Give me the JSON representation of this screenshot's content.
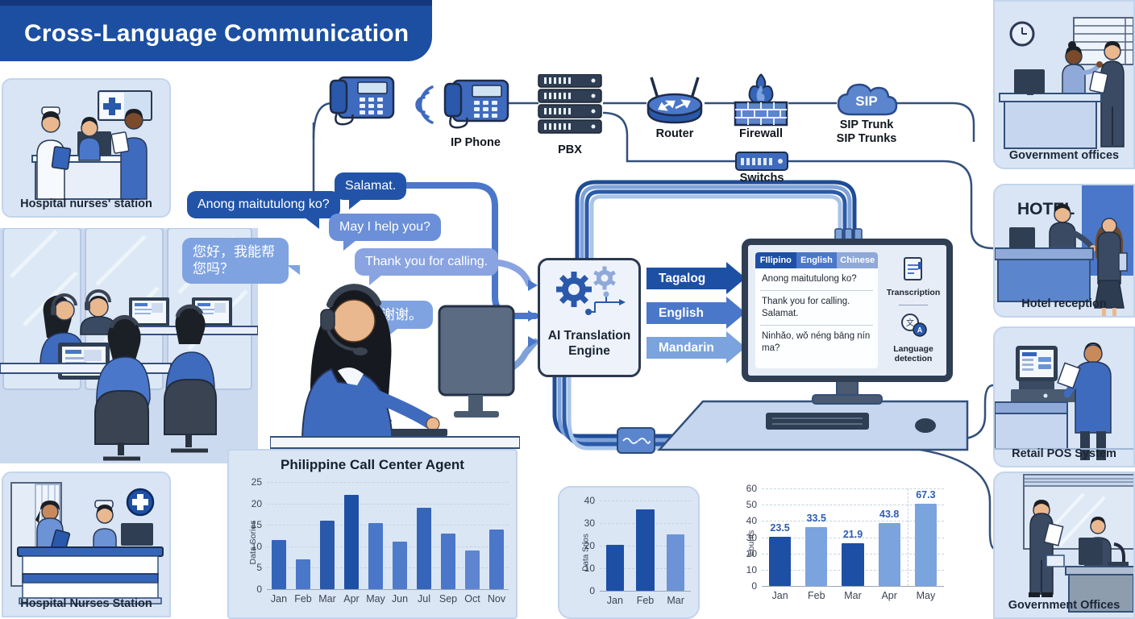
{
  "title": "Cross-Language Communication",
  "network": {
    "ip_phone": "IP Phone",
    "pbx": "PBX",
    "router": "Router",
    "firewall": "Firewall",
    "sip_cloud": "SIP",
    "sip_trunk_line1": "SIP Trunk",
    "sip_trunk_line2": "SIP Trunks",
    "switch": "Switchs"
  },
  "bubbles": {
    "tagalog_question": "Anong maitutulong ko?",
    "tagalog_thanks": "Salamat.",
    "english_question": "May I help you?",
    "english_thanks": "Thank you for calling.",
    "chinese_question": "您好，我能帮您吗？",
    "chinese_thanks": "谢谢。"
  },
  "agent_label": "Philippine Call Center Agent",
  "engine": {
    "title": "AI Translation Engine",
    "outputs": [
      "Tagalog",
      "English",
      "Mandarin"
    ]
  },
  "screen": {
    "tabs": [
      "FIlipino",
      "English",
      "Chinese"
    ],
    "lines": [
      "Anong maitutulong ko?",
      "Thank you for calling.\nSalamat.",
      "Ninhǎo, wǒ néng bāng nín ma?"
    ],
    "transcription_label": "Transcription",
    "language_detection_label": "Language detection",
    "lang_icon_cjk": "文",
    "lang_icon_latin": "A"
  },
  "locations": {
    "hospital_top": "Hospital nurses' station",
    "government_top": "Government offices",
    "hotel": "Hotel reception",
    "hotel_sign": "HOTEL",
    "retail": "Retail POS System",
    "government_bottom": "Government Offices",
    "hospital_bottom": "Hospital Nurses Station"
  },
  "colors": {
    "banner": "#1c4fa1",
    "dark_blue": "#1d4fa5",
    "mid_blue": "#4a77c9",
    "light_blue": "#7ba3dd",
    "panel": "#d9e5f4"
  },
  "chart_data": [
    {
      "type": "bar",
      "title": "Philippine Call Center Agent",
      "ylabel": "Data Sories",
      "xlabel": "",
      "categories": [
        "Jan",
        "Feb",
        "Mar",
        "Apr",
        "May",
        "Jun",
        "Jul",
        "Sep",
        "Oct",
        "Nov"
      ],
      "values": [
        11.5,
        7,
        16,
        22,
        15.5,
        11,
        19,
        13,
        9,
        14
      ],
      "ylim": [
        0,
        25
      ],
      "ticks": [
        0,
        5,
        10,
        15,
        20,
        25
      ],
      "bar_colors": [
        "#3465b8",
        "#4a77c9",
        "#2a58ab",
        "#1d4fa5",
        "#4a77c9",
        "#4f7bcb",
        "#3465b8",
        "#4a77c9",
        "#5d85d0",
        "#4a77c9"
      ],
      "grid": "dashed",
      "legend": "none"
    },
    {
      "type": "bar",
      "title": "",
      "ylabel": "Data Srlos",
      "xlabel": "",
      "categories": [
        "Jan",
        "Feb",
        "Mar"
      ],
      "values": [
        20.5,
        36,
        25
      ],
      "ylim": [
        0,
        40
      ],
      "ticks": [
        0,
        10,
        20,
        30,
        40
      ],
      "bar_colors": [
        "#1d4fa5",
        "#1d4fa5",
        "#6b93d6"
      ],
      "grid": "dashed",
      "legend": "none"
    },
    {
      "type": "bar",
      "title": "",
      "ylabel": "Eounts",
      "xlabel": "",
      "categories": [
        "Jan",
        "Feb",
        "Mar",
        "Apr",
        "May"
      ],
      "values": [
        23.5,
        33.5,
        21.9,
        43.8,
        67.3
      ],
      "bar_heights": [
        30.5,
        36,
        26.5,
        38.5,
        50.5
      ],
      "data_labels": [
        "23.5",
        "33.5",
        "21.9",
        "43.8",
        "67.3"
      ],
      "ylim": [
        0,
        60
      ],
      "ticks": [
        0,
        10,
        20,
        30,
        40,
        50,
        60
      ],
      "bar_colors": [
        "#1d4fa5",
        "#7ba3dd",
        "#1d4fa5",
        "#7ba3dd",
        "#7ba3dd"
      ],
      "divider_before": "May",
      "grid": "dashed",
      "legend": "none"
    }
  ]
}
